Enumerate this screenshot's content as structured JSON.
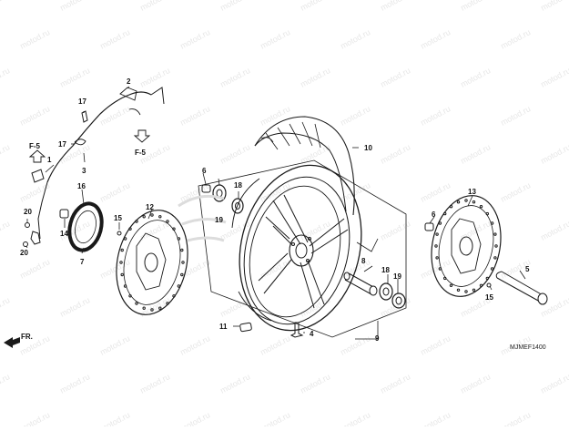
{
  "diagram": {
    "watermark_text": "motod.ru",
    "diagram_code": "MJMEF1400",
    "direction_label": "FR.",
    "ref_labels": [
      "F-5",
      "F-5"
    ],
    "callouts": [
      "1",
      "2",
      "3",
      "4",
      "5",
      "6",
      "6",
      "7",
      "8",
      "9",
      "10",
      "11",
      "12",
      "13",
      "14",
      "15",
      "15",
      "16",
      "17",
      "17",
      "18",
      "18",
      "19",
      "19",
      "20",
      "20"
    ],
    "colors": {
      "line": "#1a1a1a",
      "watermark": "#e7e7e7",
      "background": "#ffffff"
    },
    "icons": [
      "direction-arrow-icon",
      "up-arrow-icon",
      "down-arrow-icon"
    ]
  }
}
